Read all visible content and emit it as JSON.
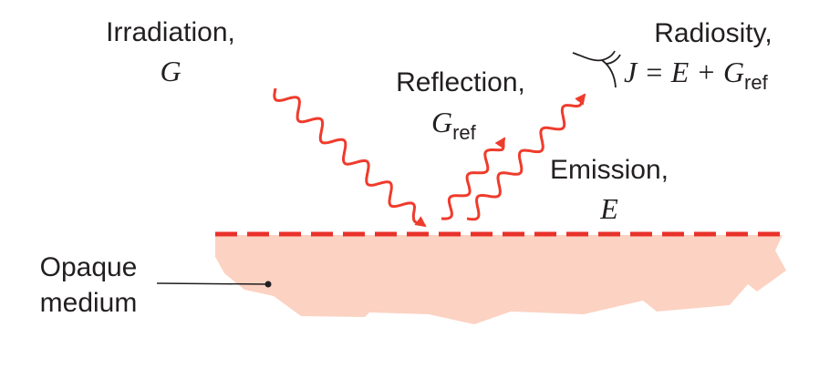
{
  "colors": {
    "ray": "#ef3b2c",
    "surface_line": "#e8312a",
    "medium_fill": "#fcd2c2",
    "text": "#231f20"
  },
  "labels": {
    "irradiation_word": "Irradiation,",
    "irradiation_symbol": "G",
    "reflection_word": "Reflection,",
    "reflection_symbol": "G",
    "reflection_sub": "ref",
    "emission_word": "Emission,",
    "emission_symbol": "E",
    "radiosity_word": "Radiosity,",
    "radiosity_eq_lhs": "J = E + G",
    "radiosity_eq_sub": "ref",
    "medium_line1": "Opaque",
    "medium_line2": "medium"
  }
}
